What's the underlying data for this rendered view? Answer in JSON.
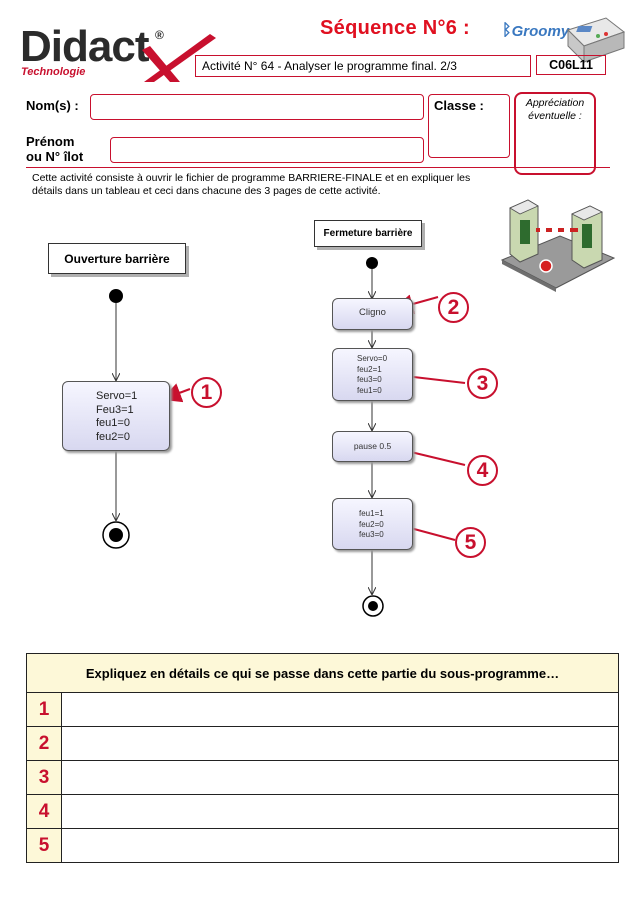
{
  "logo": {
    "name": "Didact",
    "mark": "X",
    "registered": "®",
    "subtitle": "Technologie"
  },
  "header": {
    "sequence": "Séquence N°6 :",
    "brand": "Groomy",
    "activity": "Activité N° 64 - Analyser le programme final. 2/3",
    "code": "C06L11"
  },
  "form": {
    "nom_label": "Nom(s) :",
    "prenom_label_1": "Prénom",
    "prenom_label_2": "ou N° îlot",
    "classe_label": "Classe :",
    "appreciation_1": "Appréciation",
    "appreciation_2": "éventuelle :"
  },
  "intro": {
    "line1": "Cette activité consiste à  ouvrir le fichier de programme BARRIERE-FINALE et en expliquer les",
    "line2": "détails dans un tableau et ceci dans chacune des 3 pages de cette activité."
  },
  "diagram_left": {
    "title": "Ouverture barrière",
    "state_lines": [
      "Servo=1",
      "Feu3=1",
      "feu1=0",
      "feu2=0"
    ]
  },
  "diagram_right": {
    "title": "Fermeture barrière",
    "state1": "Cligno",
    "state2_lines": [
      "Servo=0",
      "feu2=1",
      "feu3=0",
      "feu1=0"
    ],
    "state3": "pause 0.5",
    "state4_lines": [
      "feu1=1",
      "feu2=0",
      "feu3=0"
    ]
  },
  "markers": [
    "1",
    "2",
    "3",
    "4",
    "5"
  ],
  "table": {
    "header": "Expliquez en détails ce qui se passe dans cette partie du sous-programme…",
    "rows": [
      {
        "num": "1",
        "text": ""
      },
      {
        "num": "2",
        "text": ""
      },
      {
        "num": "3",
        "text": ""
      },
      {
        "num": "4",
        "text": ""
      },
      {
        "num": "5",
        "text": ""
      }
    ]
  },
  "colors": {
    "accent": "#c8102e",
    "state_fill": "#dcdcf2",
    "table_head": "#fdf8d8"
  }
}
